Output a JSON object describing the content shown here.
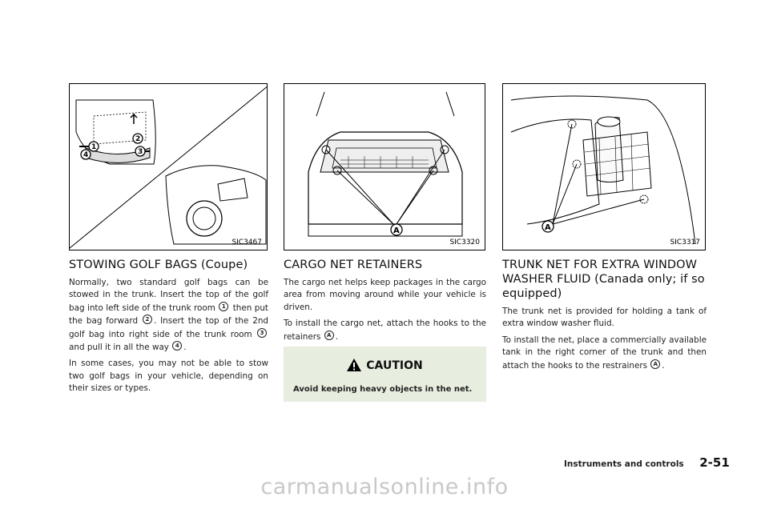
{
  "figures": [
    {
      "code": "SIC3467"
    },
    {
      "code": "SIC3320"
    },
    {
      "code": "SIC3317"
    }
  ],
  "sections": [
    {
      "heading": "STOWING GOLF BAGS (Coupe)",
      "para1": {
        "seg1": "Normally, two standard golf bags can be stowed in the trunk. Insert the top of the golf bag into left side of the trunk room",
        "c1": "1",
        "seg2": "then put the bag forward",
        "c2": "2",
        "seg3": ". Insert the top of the 2nd golf bag into right side of the trunk room",
        "c3": "3",
        "seg4": "and pull it in all the way",
        "c4": "4",
        "seg5": "."
      },
      "para2": "In some cases, you may not be able to stow two golf bags in your vehicle, depending on their sizes or types."
    },
    {
      "heading": "CARGO NET RETAINERS",
      "para1": "The cargo net helps keep packages in the cargo area from moving around while your vehicle is driven.",
      "para2_before": "To install the cargo net, attach the hooks to the retainers",
      "marker": "A",
      "para2_after": ".",
      "caution_title": "CAUTION",
      "caution_body": "Avoid keeping heavy objects in the net."
    },
    {
      "heading_line1": "TRUNK NET FOR EXTRA WINDOW",
      "heading_line2": "WASHER FLUID (Canada only; if so",
      "heading_line3": "equipped)",
      "para1": "The trunk net is provided for holding a tank of extra window washer fluid.",
      "para2_before": "To install the net, place a commercially available tank in the right corner of the trunk and then attach the hooks to the restrainers",
      "marker": "A",
      "para2_after": "."
    }
  ],
  "footer": {
    "section": "Instruments and controls",
    "page": "2-51"
  },
  "watermark": "carmanualsonline.info"
}
